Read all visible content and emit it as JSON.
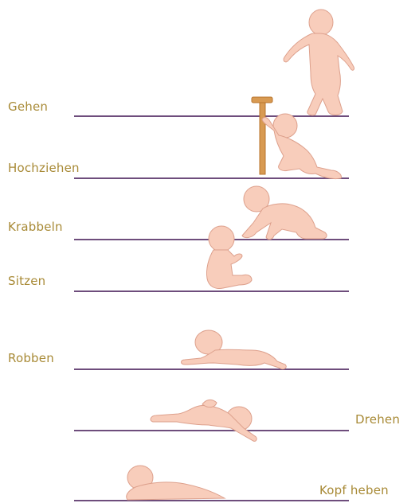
{
  "colors": {
    "label": "#a88a36",
    "line": "#6e4d7c",
    "skin": "#f8cdbb",
    "skin_outline": "#dda08c",
    "skin_shadow": "#eeb29e",
    "post": "#d89a52",
    "post_dark": "#b9752f"
  },
  "milestones": [
    {
      "id": "gehen",
      "label": "Gehen"
    },
    {
      "id": "hochziehen",
      "label": "Hochziehen"
    },
    {
      "id": "krabbeln",
      "label": "Krabbeln"
    },
    {
      "id": "sitzen",
      "label": "Sitzen"
    },
    {
      "id": "robben",
      "label": "Robben"
    },
    {
      "id": "drehen",
      "label": "Drehen"
    },
    {
      "id": "kopf-heben",
      "label": "Kopf heben"
    }
  ],
  "illustrations": [
    {
      "id": "walking-baby",
      "icon": "walking-baby-icon"
    },
    {
      "id": "pulling-up-baby",
      "icon": "pulling-up-baby-icon"
    },
    {
      "id": "support-post",
      "icon": "support-post-icon"
    },
    {
      "id": "crawling-baby",
      "icon": "crawling-baby-icon"
    },
    {
      "id": "sitting-baby",
      "icon": "sitting-baby-icon"
    },
    {
      "id": "creeping-baby",
      "icon": "creeping-baby-icon"
    },
    {
      "id": "rolling-baby",
      "icon": "rolling-baby-icon"
    },
    {
      "id": "head-lifting-baby",
      "icon": "head-lifting-baby-icon"
    }
  ]
}
